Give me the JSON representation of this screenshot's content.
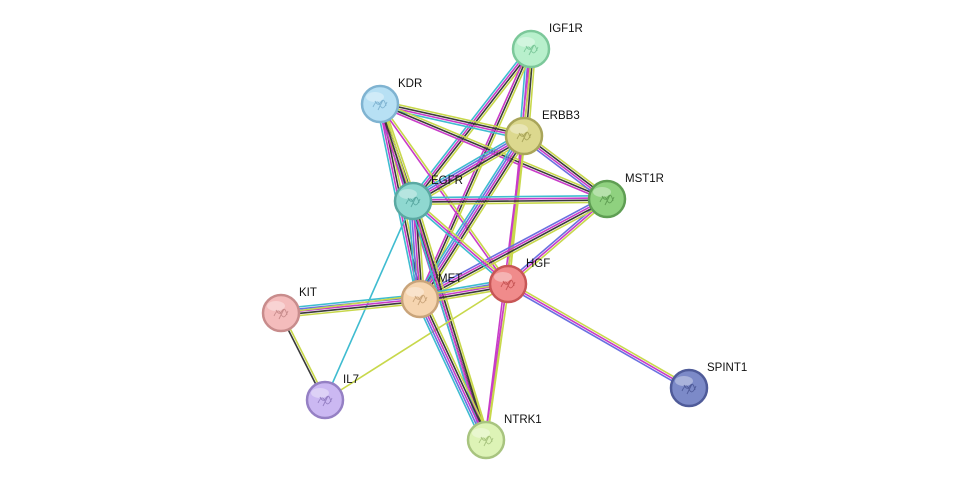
{
  "network": {
    "nodes": [
      {
        "id": "IGF1R",
        "label": "IGF1R",
        "fill": "#b8f0cc",
        "stroke": "#7cc89a"
      },
      {
        "id": "KDR",
        "label": "KDR",
        "fill": "#b7e0f4",
        "stroke": "#7fb3d1"
      },
      {
        "id": "ERBB3",
        "label": "ERBB3",
        "fill": "#dcd88e",
        "stroke": "#a9a55a"
      },
      {
        "id": "MST1R",
        "label": "MST1R",
        "fill": "#8fd17f",
        "stroke": "#5f9e53"
      },
      {
        "id": "EGFR",
        "label": "EGFR",
        "fill": "#8fd8d0",
        "stroke": "#5aa9a2"
      },
      {
        "id": "HGF",
        "label": "HGF",
        "fill": "#f08b8b",
        "stroke": "#c75656"
      },
      {
        "id": "MET",
        "label": "MET",
        "fill": "#f6d5b0",
        "stroke": "#c9a47a"
      },
      {
        "id": "KIT",
        "label": "KIT",
        "fill": "#f4bcbc",
        "stroke": "#c88c8c"
      },
      {
        "id": "IL7",
        "label": "IL7",
        "fill": "#cbb8f2",
        "stroke": "#9580c4"
      },
      {
        "id": "NTRK1",
        "label": "NTRK1",
        "fill": "#ddf3b6",
        "stroke": "#a8c47f"
      },
      {
        "id": "SPINT1",
        "label": "SPINT1",
        "fill": "#7c8ac8",
        "stroke": "#4f5b99"
      }
    ],
    "edges": [
      {
        "from": "IGF1R",
        "to": "ERBB3",
        "colors": [
          "#c8d84b",
          "#3a3a3a",
          "#c83cc8",
          "#6a70e0",
          "#3fbcd0"
        ]
      },
      {
        "from": "IGF1R",
        "to": "EGFR",
        "colors": [
          "#c8d84b",
          "#3a3a3a",
          "#c83cc8",
          "#3fbcd0"
        ]
      },
      {
        "from": "IGF1R",
        "to": "HGF",
        "colors": [
          "#c8d84b",
          "#c83cc8"
        ]
      },
      {
        "from": "IGF1R",
        "to": "MET",
        "colors": [
          "#c8d84b",
          "#3a3a3a",
          "#c83cc8"
        ]
      },
      {
        "from": "KDR",
        "to": "ERBB3",
        "colors": [
          "#c8d84b",
          "#3a3a3a",
          "#c83cc8",
          "#3fbcd0"
        ]
      },
      {
        "from": "KDR",
        "to": "EGFR",
        "colors": [
          "#c8d84b",
          "#3a3a3a",
          "#c83cc8",
          "#3fbcd0"
        ]
      },
      {
        "from": "KDR",
        "to": "MST1R",
        "colors": [
          "#c8d84b",
          "#3a3a3a",
          "#c83cc8"
        ]
      },
      {
        "from": "KDR",
        "to": "HGF",
        "colors": [
          "#c8d84b",
          "#c83cc8"
        ]
      },
      {
        "from": "KDR",
        "to": "MET",
        "colors": [
          "#c8d84b",
          "#3a3a3a",
          "#c83cc8",
          "#3fbcd0"
        ]
      },
      {
        "from": "KDR",
        "to": "NTRK1",
        "colors": [
          "#c8d84b",
          "#3a3a3a",
          "#c83cc8"
        ]
      },
      {
        "from": "ERBB3",
        "to": "EGFR",
        "colors": [
          "#c8d84b",
          "#3a3a3a",
          "#c83cc8",
          "#6a70e0",
          "#3fbcd0"
        ]
      },
      {
        "from": "ERBB3",
        "to": "MST1R",
        "colors": [
          "#c8d84b",
          "#3a3a3a",
          "#c83cc8",
          "#6a70e0"
        ]
      },
      {
        "from": "ERBB3",
        "to": "HGF",
        "colors": [
          "#c8d84b",
          "#c83cc8"
        ]
      },
      {
        "from": "ERBB3",
        "to": "MET",
        "colors": [
          "#c8d84b",
          "#3a3a3a",
          "#c83cc8",
          "#6a70e0",
          "#3fbcd0"
        ]
      },
      {
        "from": "ERBB3",
        "to": "NTRK1",
        "colors": [
          "#c8d84b",
          "#c83cc8"
        ]
      },
      {
        "from": "MST1R",
        "to": "EGFR",
        "colors": [
          "#c8d84b",
          "#3a3a3a",
          "#c83cc8",
          "#3fbcd0"
        ]
      },
      {
        "from": "MST1R",
        "to": "HGF",
        "colors": [
          "#c8d84b",
          "#c83cc8",
          "#6a70e0"
        ]
      },
      {
        "from": "MST1R",
        "to": "MET",
        "colors": [
          "#c8d84b",
          "#3a3a3a",
          "#c83cc8",
          "#6a70e0"
        ]
      },
      {
        "from": "EGFR",
        "to": "HGF",
        "colors": [
          "#c8d84b",
          "#c83cc8",
          "#3fbcd0"
        ]
      },
      {
        "from": "EGFR",
        "to": "MET",
        "colors": [
          "#c8d84b",
          "#3a3a3a",
          "#c83cc8",
          "#6a70e0",
          "#3fbcd0"
        ]
      },
      {
        "from": "EGFR",
        "to": "NTRK1",
        "colors": [
          "#c8d84b",
          "#3a3a3a",
          "#c83cc8",
          "#3fbcd0"
        ]
      },
      {
        "from": "EGFR",
        "to": "IL7",
        "colors": [
          "#3fbcd0"
        ]
      },
      {
        "from": "HGF",
        "to": "MET",
        "colors": [
          "#c8d84b",
          "#3a3a3a",
          "#c83cc8",
          "#6a70e0",
          "#3fbcd0"
        ]
      },
      {
        "from": "HGF",
        "to": "NTRK1",
        "colors": [
          "#c8d84b",
          "#c83cc8"
        ]
      },
      {
        "from": "HGF",
        "to": "SPINT1",
        "colors": [
          "#c8d84b",
          "#c83cc8",
          "#6a70e0"
        ]
      },
      {
        "from": "HGF",
        "to": "IL7",
        "colors": [
          "#c8d84b"
        ]
      },
      {
        "from": "MET",
        "to": "KIT",
        "colors": [
          "#c8d84b",
          "#3a3a3a",
          "#c83cc8",
          "#6a70e0",
          "#3fbcd0"
        ]
      },
      {
        "from": "MET",
        "to": "NTRK1",
        "colors": [
          "#c8d84b",
          "#3a3a3a",
          "#c83cc8",
          "#6a70e0",
          "#3fbcd0"
        ]
      },
      {
        "from": "HGF",
        "to": "KIT",
        "colors": [
          "#c8d84b"
        ]
      },
      {
        "from": "KIT",
        "to": "IL7",
        "colors": [
          "#c8d84b",
          "#3a3a3a"
        ]
      }
    ]
  }
}
